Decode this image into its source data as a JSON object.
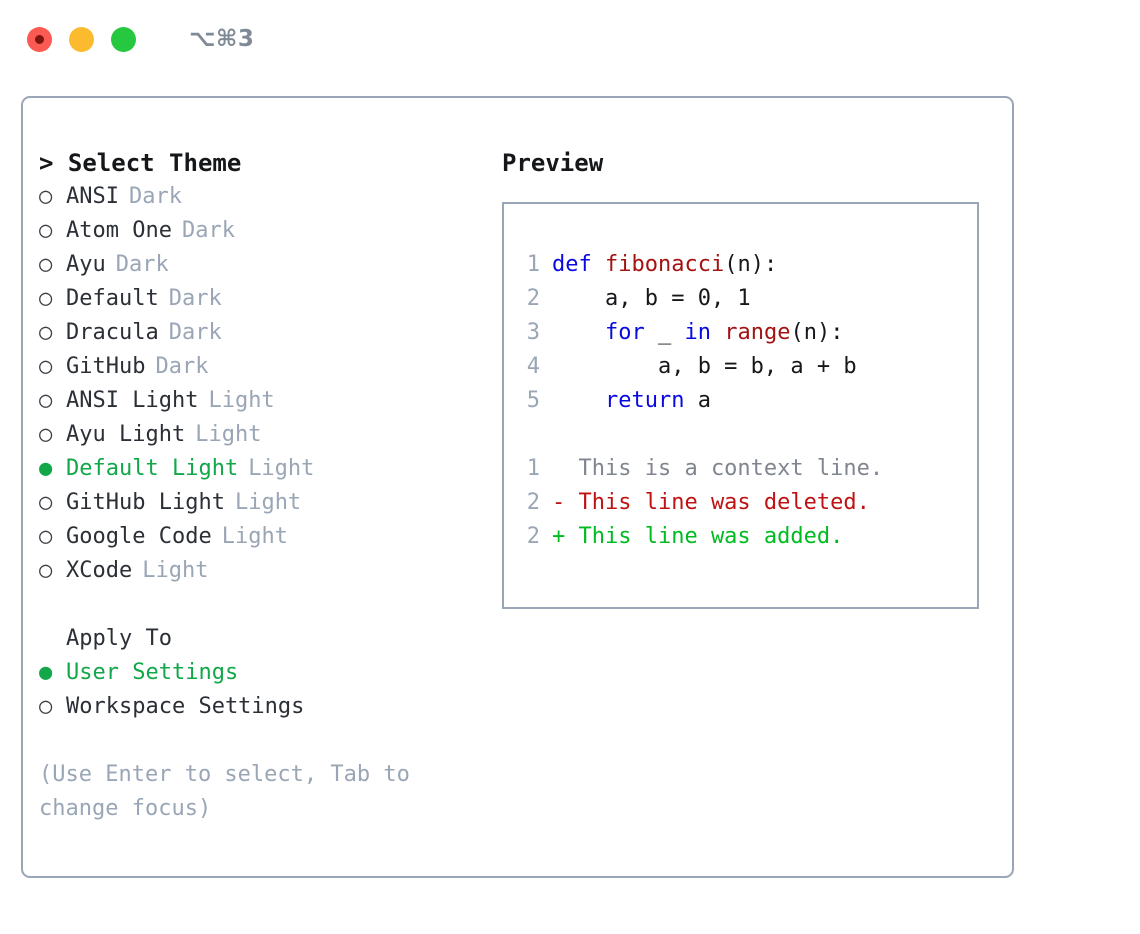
{
  "window": {
    "shortcut": "⌥⌘3",
    "traffic_lights": [
      {
        "name": "close-button",
        "color": "#fb5a53"
      },
      {
        "name": "minimize-button",
        "color": "#fcbb2f"
      },
      {
        "name": "maximize-button",
        "color": "#26c83f"
      }
    ]
  },
  "theme_panel": {
    "header": "> Select Theme",
    "marker_selected": "●",
    "marker_unselected": "○",
    "items": [
      {
        "label": "ANSI",
        "suffix": "Dark",
        "selected": false
      },
      {
        "label": "Atom One",
        "suffix": "Dark",
        "selected": false
      },
      {
        "label": "Ayu",
        "suffix": "Dark",
        "selected": false
      },
      {
        "label": "Default",
        "suffix": "Dark",
        "selected": false
      },
      {
        "label": "Dracula",
        "suffix": "Dark",
        "selected": false
      },
      {
        "label": "GitHub",
        "suffix": "Dark",
        "selected": false
      },
      {
        "label": "ANSI Light",
        "suffix": "Light",
        "selected": false
      },
      {
        "label": "Ayu Light",
        "suffix": "Light",
        "selected": false
      },
      {
        "label": "Default Light",
        "suffix": "Light",
        "selected": true
      },
      {
        "label": "GitHub Light",
        "suffix": "Light",
        "selected": false
      },
      {
        "label": "Google Code",
        "suffix": "Light",
        "selected": false
      },
      {
        "label": "XCode",
        "suffix": "Light",
        "selected": false
      }
    ]
  },
  "apply_to": {
    "title": "Apply To",
    "items": [
      {
        "label": "User Settings",
        "selected": true
      },
      {
        "label": "Workspace Settings",
        "selected": false
      }
    ]
  },
  "hint": "(Use Enter to select, Tab to change focus)",
  "preview": {
    "title": "Preview",
    "code_lines": [
      {
        "lineno": "1",
        "tokens": [
          {
            "t": "def ",
            "c": "kw"
          },
          {
            "t": "fibonacci",
            "c": "fn"
          },
          {
            "t": "(n):",
            "c": "txt"
          }
        ]
      },
      {
        "lineno": "2",
        "tokens": [
          {
            "t": "    a, b = 0, 1",
            "c": "txt"
          }
        ]
      },
      {
        "lineno": "3",
        "tokens": [
          {
            "t": "    ",
            "c": "txt"
          },
          {
            "t": "for",
            "c": "kw"
          },
          {
            "t": " _ ",
            "c": "txt"
          },
          {
            "t": "in ",
            "c": "kw"
          },
          {
            "t": "range",
            "c": "fn"
          },
          {
            "t": "(n):",
            "c": "txt"
          }
        ]
      },
      {
        "lineno": "4",
        "tokens": [
          {
            "t": "        a, b = b, a + b",
            "c": "txt"
          }
        ]
      },
      {
        "lineno": "5",
        "tokens": [
          {
            "t": "    ",
            "c": "txt"
          },
          {
            "t": "return",
            "c": "kw"
          },
          {
            "t": " a",
            "c": "txt"
          }
        ]
      }
    ],
    "diff_lines": [
      {
        "lineno": "1",
        "tokens": [
          {
            "t": "  This is a context line.",
            "c": "ctx"
          }
        ]
      },
      {
        "lineno": "2",
        "tokens": [
          {
            "t": "- This line was deleted.",
            "c": "del"
          }
        ]
      },
      {
        "lineno": "2",
        "tokens": [
          {
            "t": "+ This line was added.",
            "c": "add"
          }
        ]
      }
    ]
  },
  "colors": {
    "accent_green": "#12a749",
    "muted": "#9aa6b6",
    "border": "#9aa6b6",
    "keyword": "#0a0ae0",
    "function": "#a31313",
    "diff_added": "#00bb22",
    "diff_deleted": "#bf1313"
  }
}
